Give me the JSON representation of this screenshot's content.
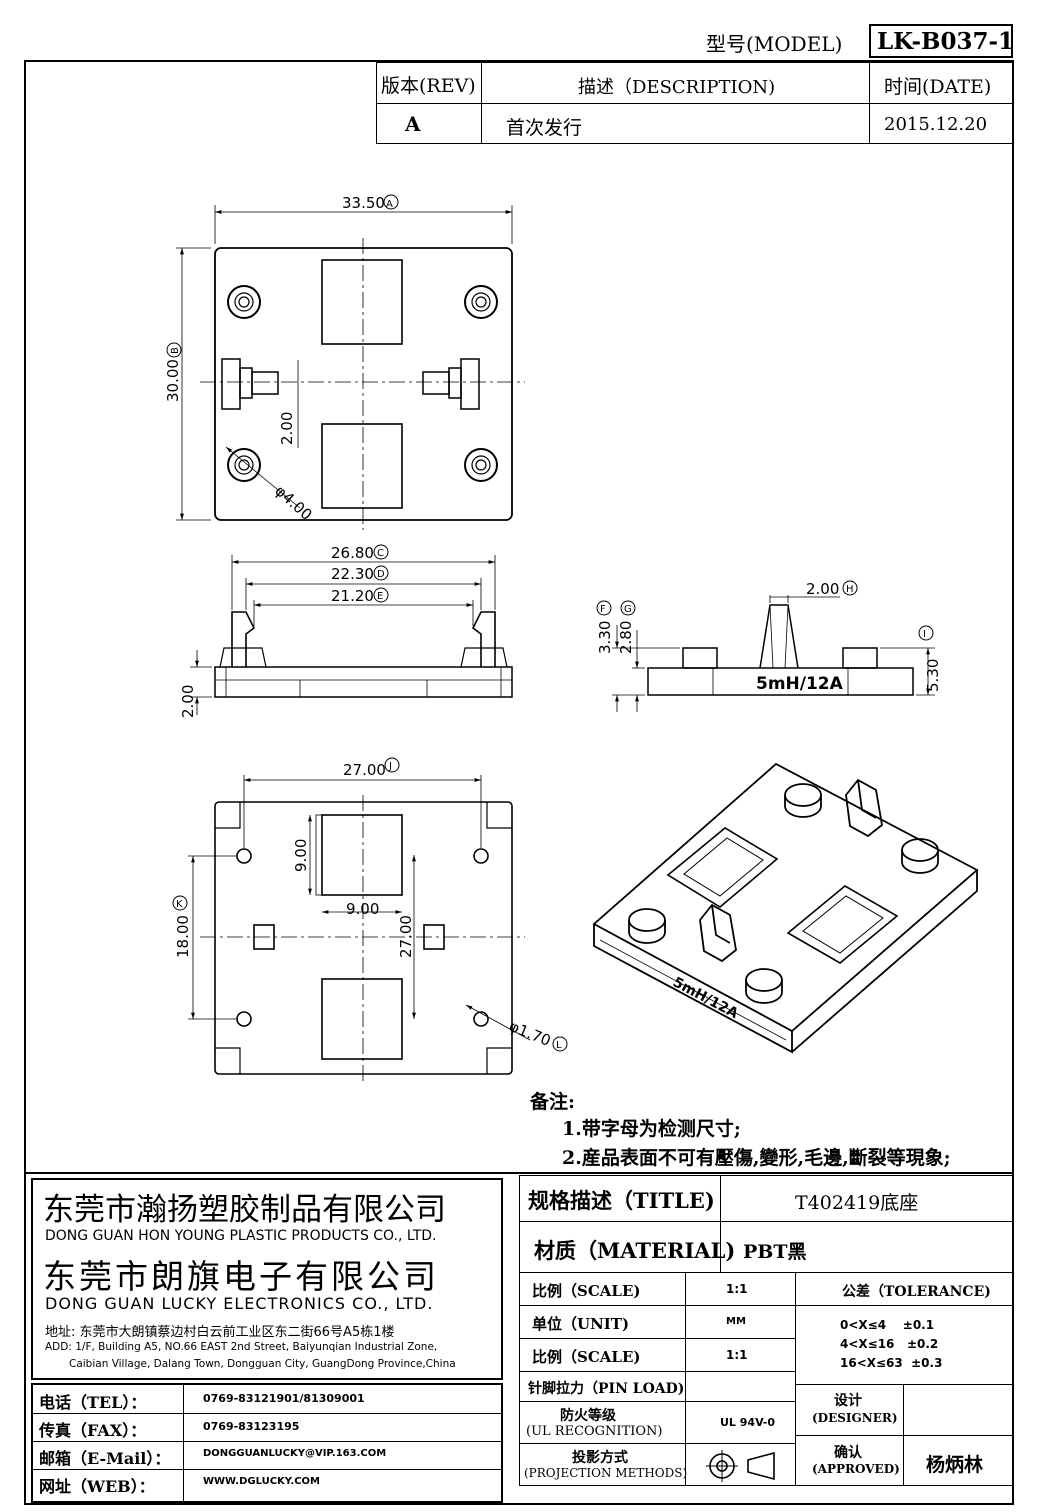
{
  "header": {
    "model_label": "型号(MODEL)",
    "model_value": "LK-B037-1"
  },
  "revision_table": {
    "rev_header": "版本(REV)",
    "desc_header": "描述（DESCRIPTION)",
    "date_header": "时间(DATE)",
    "rev": "A",
    "desc": "首次发行",
    "date": "2015.12.20"
  },
  "top_view": {
    "width_dim": "33.50",
    "width_tag": "A",
    "height_dim": "30.00",
    "height_tag": "B",
    "pitch_dim": "2.00",
    "hole_dim": "φ4.00"
  },
  "side_view": {
    "dim_c": "26.80",
    "tag_c": "C",
    "dim_d": "22.30",
    "tag_d": "D",
    "dim_e": "21.20",
    "tag_e": "E",
    "base_h": "2.00"
  },
  "end_view": {
    "dim_h": "2.00",
    "tag_h": "H",
    "dim_f": "3.30",
    "tag_f": "F",
    "dim_g": "2.80",
    "tag_g": "G",
    "dim_i": "5.30",
    "tag_i": "I",
    "marking": "5mH/12A"
  },
  "bottom_view": {
    "width_dim": "27.00",
    "width_tag": "J",
    "win_h": "9.00",
    "win_w": "9.00",
    "span_v": "27.00",
    "k_dim": "18.00",
    "k_tag": "K",
    "pin_hole": "φ1.70",
    "pin_tag": "L"
  },
  "iso_view": {
    "marking": "5mH/12A"
  },
  "notes": {
    "title": "备注:",
    "n1": "1.带字母为检测尺寸;",
    "n2": "2.産品表面不可有壓傷,變形,毛邊,斷裂等現象;"
  },
  "company": {
    "cn1": "东莞市瀚扬塑胶制品有限公司",
    "en1": "DONG GUAN HON YOUNG PLASTIC PRODUCTS CO., LTD.",
    "cn2": "东莞市朗旗电子有限公司",
    "en2": "DONG GUAN LUCKY ELECTRONICS CO., LTD.",
    "addr_cn": "地址: 东莞市大朗镇蔡边村白云前工业区东二街66号A5栋1楼",
    "addr_en1": "ADD: 1/F, Building A5, NO.66 EAST 2nd Street, Baiyunqian Industrial Zone,",
    "addr_en2": "Caibian Village, Dalang Town, Dongguan City, GuangDong Province,China"
  },
  "contacts": [
    {
      "label": "电话（TEL）：",
      "value": "0769-83121901/81309001"
    },
    {
      "label": "传真（FAX）：",
      "value": "0769-83123195"
    },
    {
      "label": "邮箱（E-Mail）：",
      "value": "DONGGUANLUCKY@VIP.163.COM"
    },
    {
      "label": "网址（WEB）：",
      "value": "WWW.DGLUCKY.COM"
    }
  ],
  "spec": {
    "title_label": "规格描述（TITLE)",
    "title_value": "T402419底座",
    "material_label": "材质（MATERIAL)",
    "material_value": "PBT黑",
    "scale_label": "比例（SCALE)",
    "scale_value": "1:1",
    "tolerance_label": "公差（TOLERANCE)",
    "unit_label": "单位（UNIT)",
    "unit_value": "MM",
    "scale2_label": "比例（SCALE)",
    "scale2_value": "1:1",
    "tol1": "0<X≤4    ±0.1",
    "tol2": "4<X≤16   ±0.2",
    "tol3": "16<X≤63  ±0.3",
    "pin_load_label": "针脚拉力（PIN LOAD)",
    "ul_label1": "防火等级",
    "ul_label2": "(UL RECOGNITION)",
    "ul_value": "UL 94V-0",
    "designer_label1": "设计",
    "designer_label2": "(DESIGNER)",
    "proj_label1": "投影方式",
    "proj_label2": "(PROJECTION METHODS)",
    "approved_label1": "确认",
    "approved_label2": "(APPROVED)",
    "approved_value": "杨炳林"
  }
}
